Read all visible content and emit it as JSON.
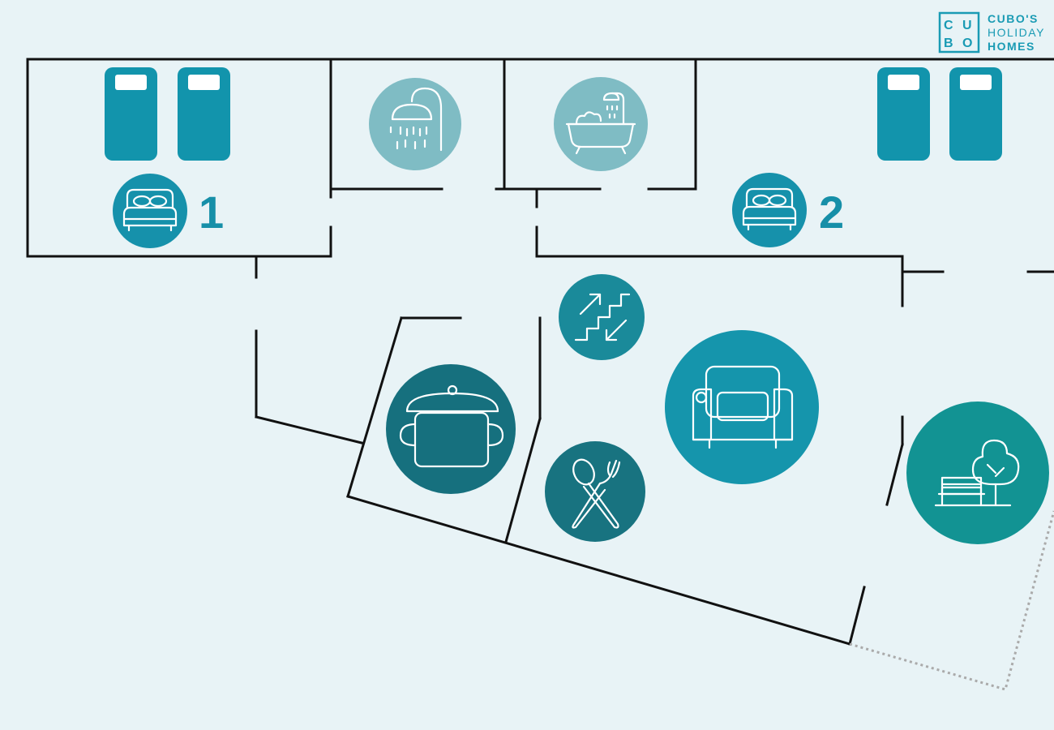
{
  "logo": {
    "letters": [
      "C",
      "U",
      "B",
      "O"
    ],
    "line1": "CUBO'S",
    "line2": "HOLIDAY",
    "line3": "HOMES"
  },
  "bedrooms": [
    {
      "number": "1",
      "single_beds": 2
    },
    {
      "number": "2",
      "single_beds": 2
    }
  ],
  "icons": {
    "bed": "double-bed-icon",
    "single_bed": "single-bed-icon",
    "shower": "shower-icon",
    "bathtub": "bathtub-icon",
    "stairs": "stairs-icon",
    "kitchen": "cooking-pot-icon",
    "dining": "cutlery-icon",
    "living": "armchair-icon",
    "terrace": "garden-bench-icon"
  },
  "colors": {
    "background": "#e8f3f6",
    "wall": "#111111",
    "single_bed": "#1294ac",
    "bedroom_circle": "#1691ab",
    "bathroom_circle": "#7fbcc4",
    "stairs_circle": "#1a8a9a",
    "kitchen_circle": "#16707e",
    "dining_circle": "#187380",
    "living_circle": "#1595ac",
    "terrace_circle": "#129393",
    "brand": "#1a9bb4"
  }
}
